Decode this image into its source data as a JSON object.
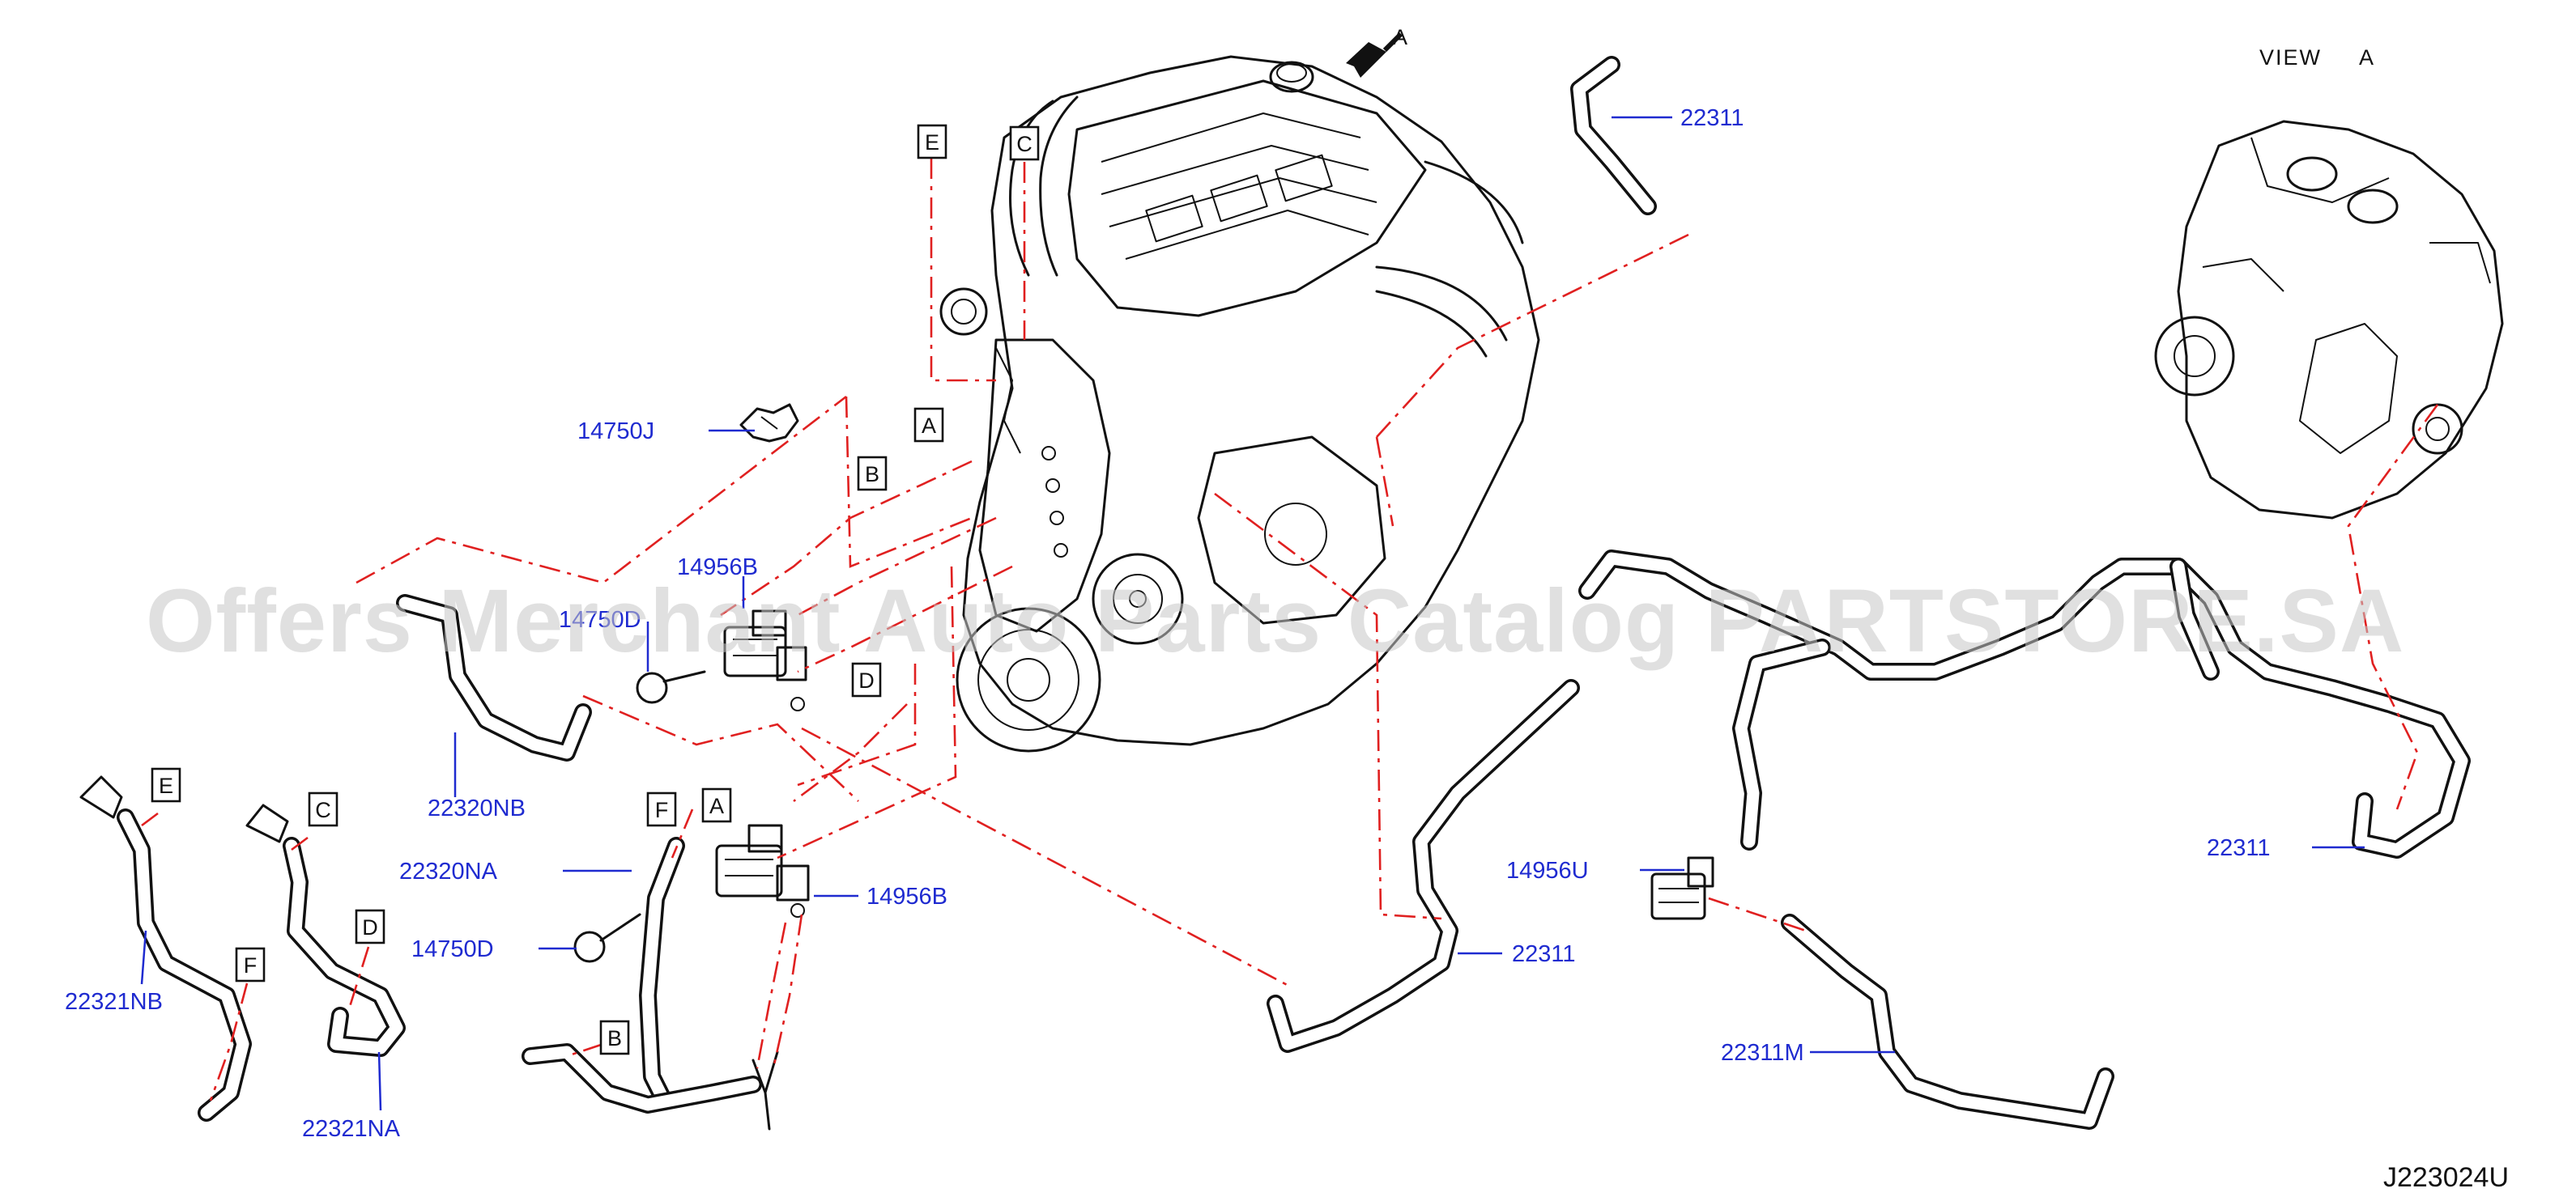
{
  "watermark": "Offers Merchant Auto Parts Catalog PARTSTORE.SA",
  "view_label": {
    "prefix": "VIEW",
    "letter": "A"
  },
  "arrow_label": "A",
  "diagram_code": "J223024U",
  "part_labels": {
    "p_22311_top": "22311",
    "p_14750J": "14750J",
    "p_14956B_upper": "14956B",
    "p_14750D_upper": "14750D",
    "p_22320NB": "22320NB",
    "p_22320NA": "22320NA",
    "p_14750D_lower": "14750D",
    "p_14956B_lower": "14956B",
    "p_22321NB": "22321NB",
    "p_22321NA": "22321NA",
    "p_22311_mid": "22311",
    "p_14956U": "14956U",
    "p_22311M": "22311M",
    "p_22311_right": "22311"
  },
  "ref_boxes": {
    "r_E_top": "E",
    "r_C_top": "C",
    "r_A_engine": "A",
    "r_B_engine": "B",
    "r_D_engine": "D",
    "r_F_mid": "F",
    "r_A_mid": "A",
    "r_B_lower": "B",
    "r_E_left": "E",
    "r_C_left": "C",
    "r_F_left": "F",
    "r_D_left": "D"
  },
  "colors": {
    "part_label": "#1f2bd0",
    "leader": "#1f2bd0",
    "connection": "#e02020",
    "ink": "#111111",
    "watermark": "#c8c8c8"
  }
}
